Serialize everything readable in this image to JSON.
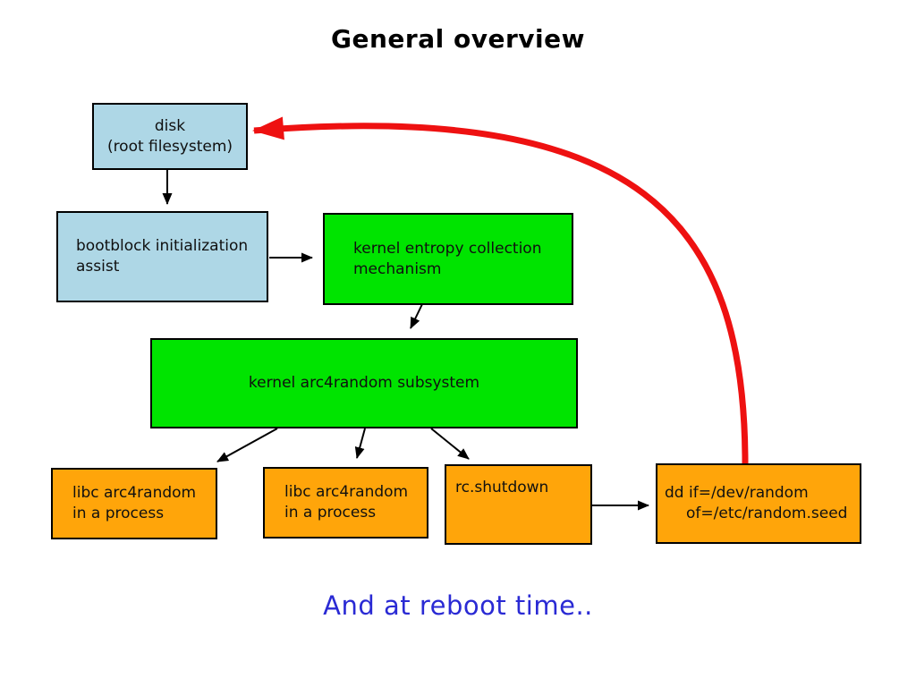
{
  "title": "General overview",
  "footer": "And at reboot time..",
  "colors": {
    "box_blue": "#aed7e6",
    "box_green": "#00e400",
    "box_orange": "#ffa50a",
    "arrow_black": "#000000",
    "arrow_red": "#ee1111",
    "title_text": "#000000",
    "footer_text": "#2a2ad4"
  },
  "nodes": {
    "disk": {
      "lines": [
        "disk",
        "(root filesystem)"
      ]
    },
    "bootblock": {
      "lines": [
        "bootblock initialization",
        "assist"
      ]
    },
    "entropy": {
      "lines": [
        "kernel entropy collection",
        "mechanism"
      ]
    },
    "arc4": {
      "lines": [
        "kernel arc4random subsystem"
      ]
    },
    "libc_a": {
      "lines": [
        "libc arc4random",
        "in a process"
      ]
    },
    "libc_b": {
      "lines": [
        "libc arc4random",
        "in a process"
      ]
    },
    "rc_shutdown": {
      "lines": [
        "rc.shutdown"
      ]
    },
    "dd": {
      "lines": [
        "dd if=/dev/random",
        "of=/etc/random.seed"
      ]
    }
  }
}
